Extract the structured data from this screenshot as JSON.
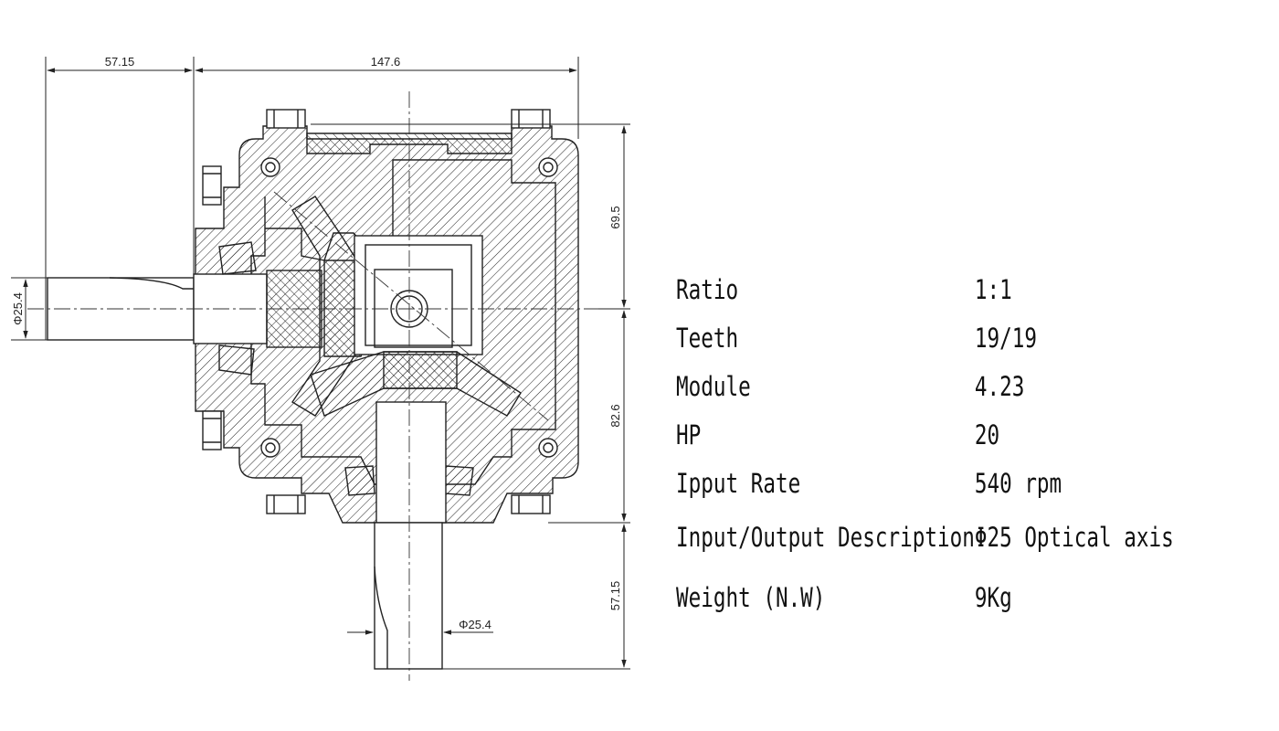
{
  "dimensions": {
    "shaft_length_left": "57.15",
    "housing_width": "147.6",
    "upper_height": "69.5",
    "lower_height": "82.6",
    "shaft_length_bottom": "57.15",
    "shaft_diameter_left": "Φ25.4",
    "shaft_diameter_bottom": "Φ25.4"
  },
  "specs": [
    {
      "label": "Ratio",
      "value": "1:1"
    },
    {
      "label": "Teeth",
      "value": "19/19"
    },
    {
      "label": "Module",
      "value": "4.23"
    },
    {
      "label": "HP",
      "value": "20"
    },
    {
      "label": "Ipput Rate",
      "value": "540 rpm"
    },
    {
      "label": "Input/Output Description",
      "value": "Φ25 Optical axis"
    },
    {
      "label": "Weight (N.W)",
      "value": "9Kg"
    }
  ]
}
